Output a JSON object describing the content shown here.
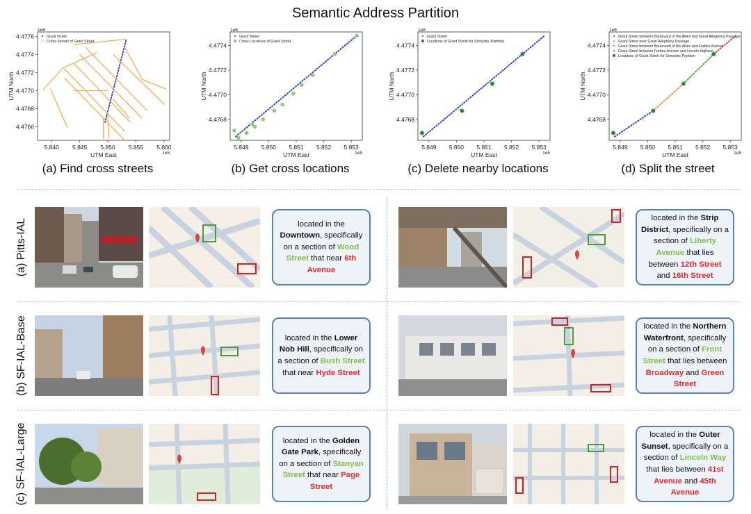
{
  "title": "Semantic Address Partition",
  "captions": [
    "(a) Find cross streets",
    "(b) Get cross locations",
    "(c) Delete nearby locations",
    "(d) Split the street"
  ],
  "row_labels": [
    "(a) Pitts-IAL",
    "(b) SF-IAL-Base",
    "(c) SF-IAL-Large"
  ],
  "colors": {
    "street_blue": "#2f2fd8",
    "cross_orange": "#f2b05e",
    "light_green": "#8fc97a",
    "dark_green": "#2e8b2e",
    "desc_border": "#5b80b8",
    "highlight_green": "#7fbf4a",
    "highlight_red": "#e02a2a"
  },
  "chart_data": [
    {
      "type": "scatter",
      "xlabel": "UTM East",
      "ylabel": "UTM North",
      "x_exp": "1e5",
      "y_exp": "1e6",
      "xlim": [
        5.8375,
        5.861
      ],
      "ylim": [
        4.47645,
        4.47765
      ],
      "xticks": [
        "5.840",
        "5.845",
        "5.850",
        "5.855",
        "5.860"
      ],
      "yticks": [
        "4.4766",
        "4.4768",
        "4.4770",
        "4.4772",
        "4.4774",
        "4.4776"
      ],
      "legend": [
        "Grant Street",
        "Cross Streets of Grant Street"
      ],
      "series": [
        {
          "name": "Grant Street",
          "color": "#2f2fd8",
          "segments": [
            [
              [
                5.8495,
                4.47665
              ],
              [
                5.8533,
                4.47757
              ]
            ]
          ]
        },
        {
          "name": "Cross Streets of Grant Street",
          "color": "#f2b05e",
          "segments": [
            [
              [
                5.8385,
                4.47701
              ],
              [
                5.842,
                4.47725
              ]
            ],
            [
              [
                5.842,
                4.47725
              ],
              [
                5.848,
                4.47742
              ]
            ],
            [
              [
                5.8398,
                4.47702
              ],
              [
                5.8428,
                4.47659
              ]
            ],
            [
              [
                5.844,
                4.47751
              ],
              [
                5.8533,
                4.47757
              ]
            ],
            [
              [
                5.8423,
                4.47724
              ],
              [
                5.853,
                4.47655
              ]
            ],
            [
              [
                5.8423,
                4.47714
              ],
              [
                5.853,
                4.47645
              ]
            ],
            [
              [
                5.844,
                4.4773
              ],
              [
                5.854,
                4.47665
              ]
            ],
            [
              [
                5.845,
                4.4774
              ],
              [
                5.856,
                4.4767
              ]
            ],
            [
              [
                5.846,
                4.47748
              ],
              [
                5.857,
                4.47678
              ]
            ],
            [
              [
                5.851,
                4.4774
              ],
              [
                5.86,
                4.47685
              ]
            ],
            [
              [
                5.844,
                4.477
              ],
              [
                5.85,
                4.477
              ]
            ],
            [
              [
                5.853,
                4.47748
              ],
              [
                5.8562,
                4.47712
              ]
            ],
            [
              [
                5.8562,
                4.47712
              ],
              [
                5.8603,
                4.47702
              ]
            ],
            [
              [
                5.8492,
                4.4767
              ],
              [
                5.8492,
                4.47647
              ]
            ],
            [
              [
                5.85,
                4.47672
              ],
              [
                5.8502,
                4.47648
              ]
            ],
            [
              [
                5.851,
                4.4769
              ],
              [
                5.8538,
                4.4767
              ]
            ]
          ]
        }
      ]
    },
    {
      "type": "scatter",
      "xlabel": "UTM East",
      "ylabel": "UTM North",
      "x_exp": "1e5",
      "y_exp": "1e6",
      "xlim": [
        5.8486,
        5.8534
      ],
      "ylim": [
        4.47663,
        4.47751
      ],
      "xticks": [
        "5.849",
        "5.850",
        "5.851",
        "5.852",
        "5.853"
      ],
      "yticks": [
        "4.4768",
        "4.4770",
        "4.4772",
        "4.4774"
      ],
      "legend": [
        "Grant Street",
        "Cross Locations of Grant Street"
      ],
      "series": [
        {
          "name": "Grant Street",
          "color": "#2f2fd8",
          "segments": [
            [
              [
                5.8488,
                4.47666
              ],
              [
                5.8532,
                4.47748
              ]
            ]
          ]
        },
        {
          "name": "Cross Locations of Grant Street",
          "color": "#8fc97a",
          "points": [
            [
              5.84875,
              4.47671
            ],
            [
              5.8489,
              4.47665
            ],
            [
              5.8492,
              4.47669
            ],
            [
              5.8494,
              4.47676
            ],
            [
              5.8495,
              4.47674
            ],
            [
              5.8498,
              4.4768
            ],
            [
              5.8502,
              4.47687
            ],
            [
              5.8505,
              4.47692
            ],
            [
              5.8509,
              4.47701
            ],
            [
              5.8512,
              4.47708
            ],
            [
              5.8516,
              4.47716
            ],
            [
              5.8524,
              4.47733
            ],
            [
              5.8532,
              4.47748
            ]
          ]
        }
      ]
    },
    {
      "type": "scatter",
      "xlabel": "UTM East",
      "ylabel": "UTM North",
      "x_exp": "1e5",
      "y_exp": "1e6",
      "xlim": [
        5.8486,
        5.8534
      ],
      "ylim": [
        4.47663,
        4.47751
      ],
      "xticks": [
        "5.849",
        "5.850",
        "5.851",
        "5.852",
        "5.853"
      ],
      "yticks": [
        "4.4768",
        "4.4770",
        "4.4772",
        "4.4774"
      ],
      "legend": [
        "Grant Street",
        "Locations of Grant Street for Semantic Partition"
      ],
      "series": [
        {
          "name": "Grant Street",
          "color": "#2f2fd8",
          "segments": [
            [
              [
                5.8488,
                4.47666
              ],
              [
                5.8532,
                4.47748
              ]
            ]
          ]
        },
        {
          "name": "Locations of Grant Street for Semantic Partition",
          "color": "#2e8b2e",
          "points": [
            [
              5.84875,
              4.47669
            ],
            [
              5.8502,
              4.47687
            ],
            [
              5.8513,
              4.47709
            ],
            [
              5.8524,
              4.47733
            ]
          ]
        }
      ]
    },
    {
      "type": "scatter",
      "xlabel": "UTM East",
      "ylabel": "UTM North",
      "x_exp": "1e5",
      "y_exp": "1e6",
      "xlim": [
        5.8486,
        5.8534
      ],
      "ylim": [
        4.47663,
        4.47751
      ],
      "xticks": [
        "5.849",
        "5.850",
        "5.851",
        "5.852",
        "5.853"
      ],
      "yticks": [
        "4.4768",
        "4.4770",
        "4.4772",
        "4.4774"
      ],
      "legend": [
        "Grant Street between Boulevard of the Allies and Great Allegheny Passage",
        "Grant Street near Great Allegheny Passage",
        "Grant Street between Boulevard of the Allies and Forbes Avenue",
        "Grant Street between Forbes Avenue and Lincoln Highway",
        "Locations of Grant Street for Semantic Partition"
      ],
      "series": [
        {
          "name": "Grant Street between Boulevard of the Allies and Great Allegheny Passage",
          "color": "#2f2fd8",
          "segments": [
            [
              [
                5.8488,
                4.47666
              ],
              [
                5.8502,
                4.47687
              ]
            ]
          ]
        },
        {
          "name": "Grant Street near Great Allegheny Passage",
          "color": "#e88a3a",
          "segments": [
            [
              [
                5.8502,
                4.47687
              ],
              [
                5.8513,
                4.47709
              ]
            ]
          ]
        },
        {
          "name": "Grant Street between Boulevard of the Allies and Forbes Avenue",
          "color": "#3aa03a",
          "segments": [
            [
              [
                5.8513,
                4.47709
              ],
              [
                5.8524,
                4.47733
              ]
            ]
          ]
        },
        {
          "name": "Grant Street between Forbes Avenue and Lincoln Highway",
          "color": "#d43a3a",
          "segments": [
            [
              [
                5.8524,
                4.47733
              ],
              [
                5.8532,
                4.47748
              ]
            ]
          ]
        },
        {
          "name": "Locations of Grant Street for Semantic Partition",
          "color": "#2e8b2e",
          "points": [
            [
              5.84875,
              4.47669
            ],
            [
              5.8502,
              4.47687
            ],
            [
              5.8513,
              4.47709
            ],
            [
              5.8524,
              4.47733
            ]
          ]
        }
      ]
    }
  ],
  "examples": [
    {
      "row": 0,
      "side": "left",
      "text": [
        [
          "located in the ",
          ""
        ],
        [
          "Downtown",
          "b"
        ],
        [
          ", specifically on a section of ",
          ""
        ],
        [
          "Wood Street",
          "g"
        ],
        [
          " that near ",
          ""
        ],
        [
          "6th Avenue",
          "r"
        ]
      ]
    },
    {
      "row": 0,
      "side": "right",
      "text": [
        [
          "located in the ",
          ""
        ],
        [
          "Strip District",
          "b"
        ],
        [
          ", specifically on a section of ",
          ""
        ],
        [
          "Liberty Avenue",
          "g"
        ],
        [
          " that lies between ",
          ""
        ],
        [
          "12th Street",
          "r"
        ],
        [
          " and ",
          ""
        ],
        [
          "16th Street",
          "r"
        ]
      ]
    },
    {
      "row": 1,
      "side": "left",
      "text": [
        [
          "located in the ",
          ""
        ],
        [
          "Lower Nob Hill",
          "b"
        ],
        [
          ", specifically on a section of ",
          ""
        ],
        [
          "Bush Street",
          "g"
        ],
        [
          " that near ",
          ""
        ],
        [
          "Hyde Street",
          "r"
        ]
      ]
    },
    {
      "row": 1,
      "side": "right",
      "text": [
        [
          "located in the ",
          ""
        ],
        [
          "Northern Waterfront",
          "b"
        ],
        [
          ", specifically on a section of ",
          ""
        ],
        [
          "Front Street",
          "g"
        ],
        [
          " that lies between ",
          ""
        ],
        [
          "Broadway",
          "r"
        ],
        [
          " and ",
          ""
        ],
        [
          "Green Street",
          "r"
        ]
      ]
    },
    {
      "row": 2,
      "side": "left",
      "text": [
        [
          "located in the ",
          ""
        ],
        [
          "Golden Gate Park",
          "b"
        ],
        [
          ", specifically on a section of ",
          ""
        ],
        [
          "Stanyan Street",
          "g"
        ],
        [
          " that near ",
          ""
        ],
        [
          "Page Street",
          "r"
        ]
      ]
    },
    {
      "row": 2,
      "side": "right",
      "text": [
        [
          "located in the ",
          ""
        ],
        [
          "Outer Sunset",
          "b"
        ],
        [
          ", specifically on a section of ",
          ""
        ],
        [
          "Lincoln Way",
          "g"
        ],
        [
          " that lies between ",
          ""
        ],
        [
          "41st Avenue",
          "r"
        ],
        [
          " and ",
          ""
        ],
        [
          "45th Avenue",
          "r"
        ]
      ]
    }
  ]
}
